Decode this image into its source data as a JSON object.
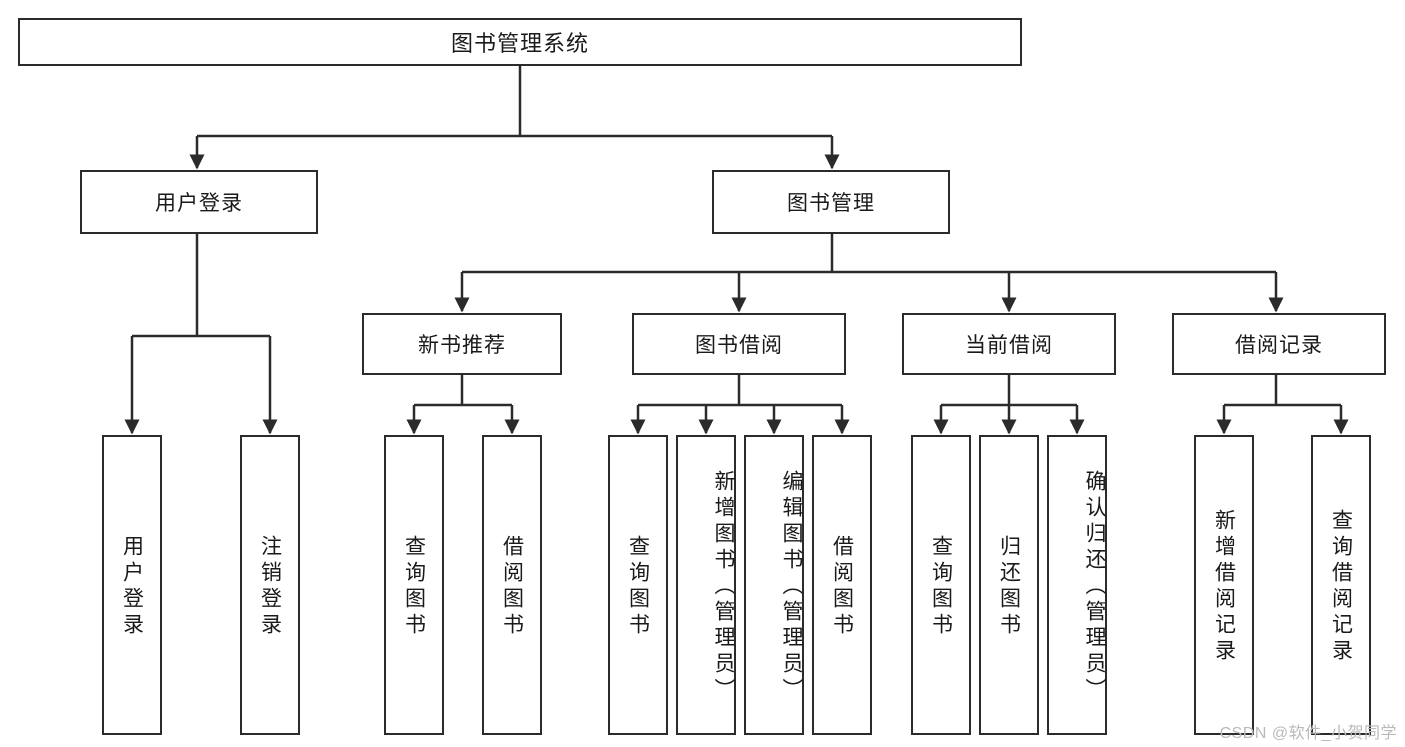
{
  "diagram": {
    "type": "tree-hierarchy-chart",
    "title": "图书管理系统",
    "root": {
      "id": "root",
      "label": "图书管理系统"
    },
    "level2": [
      {
        "id": "user-login",
        "label": "用户登录"
      },
      {
        "id": "book-manage",
        "label": "图书管理"
      }
    ],
    "level3": [
      {
        "id": "new-book-recommend",
        "label": "新书推荐",
        "parent": "book-manage"
      },
      {
        "id": "book-borrow",
        "label": "图书借阅",
        "parent": "book-manage"
      },
      {
        "id": "current-borrow",
        "label": "当前借阅",
        "parent": "book-manage"
      },
      {
        "id": "borrow-record",
        "label": "借阅记录",
        "parent": "book-manage"
      }
    ],
    "leaves": [
      {
        "id": "leaf-user-login",
        "label": "用户登录",
        "parent": "user-login"
      },
      {
        "id": "leaf-user-logout",
        "label": "注销登录",
        "parent": "user-login"
      },
      {
        "id": "leaf-query-book-1",
        "label": "查询图书",
        "parent": "new-book-recommend"
      },
      {
        "id": "leaf-borrow-book-1",
        "label": "借阅图书",
        "parent": "new-book-recommend"
      },
      {
        "id": "leaf-query-book-2",
        "label": "查询图书",
        "parent": "book-borrow"
      },
      {
        "id": "leaf-add-book",
        "label": "新增图书（管理员）",
        "parent": "book-borrow"
      },
      {
        "id": "leaf-edit-book",
        "label": "编辑图书（管理员）",
        "parent": "book-borrow"
      },
      {
        "id": "leaf-borrow-book-2",
        "label": "借阅图书",
        "parent": "book-borrow"
      },
      {
        "id": "leaf-query-book-3",
        "label": "查询图书",
        "parent": "current-borrow"
      },
      {
        "id": "leaf-return-book",
        "label": "归还图书",
        "parent": "current-borrow"
      },
      {
        "id": "leaf-confirm-return",
        "label": "确认归还（管理员）",
        "parent": "current-borrow"
      },
      {
        "id": "leaf-add-record",
        "label": "新增借阅记录",
        "parent": "borrow-record"
      },
      {
        "id": "leaf-query-record",
        "label": "查询借阅记录",
        "parent": "borrow-record"
      }
    ],
    "watermark": "CSDN @软件_小贺同学",
    "colors": {
      "stroke": "#2b2b2b",
      "fill": "#ffffff",
      "text": "#1a1a1a",
      "watermark": "#b9b9b9"
    }
  }
}
